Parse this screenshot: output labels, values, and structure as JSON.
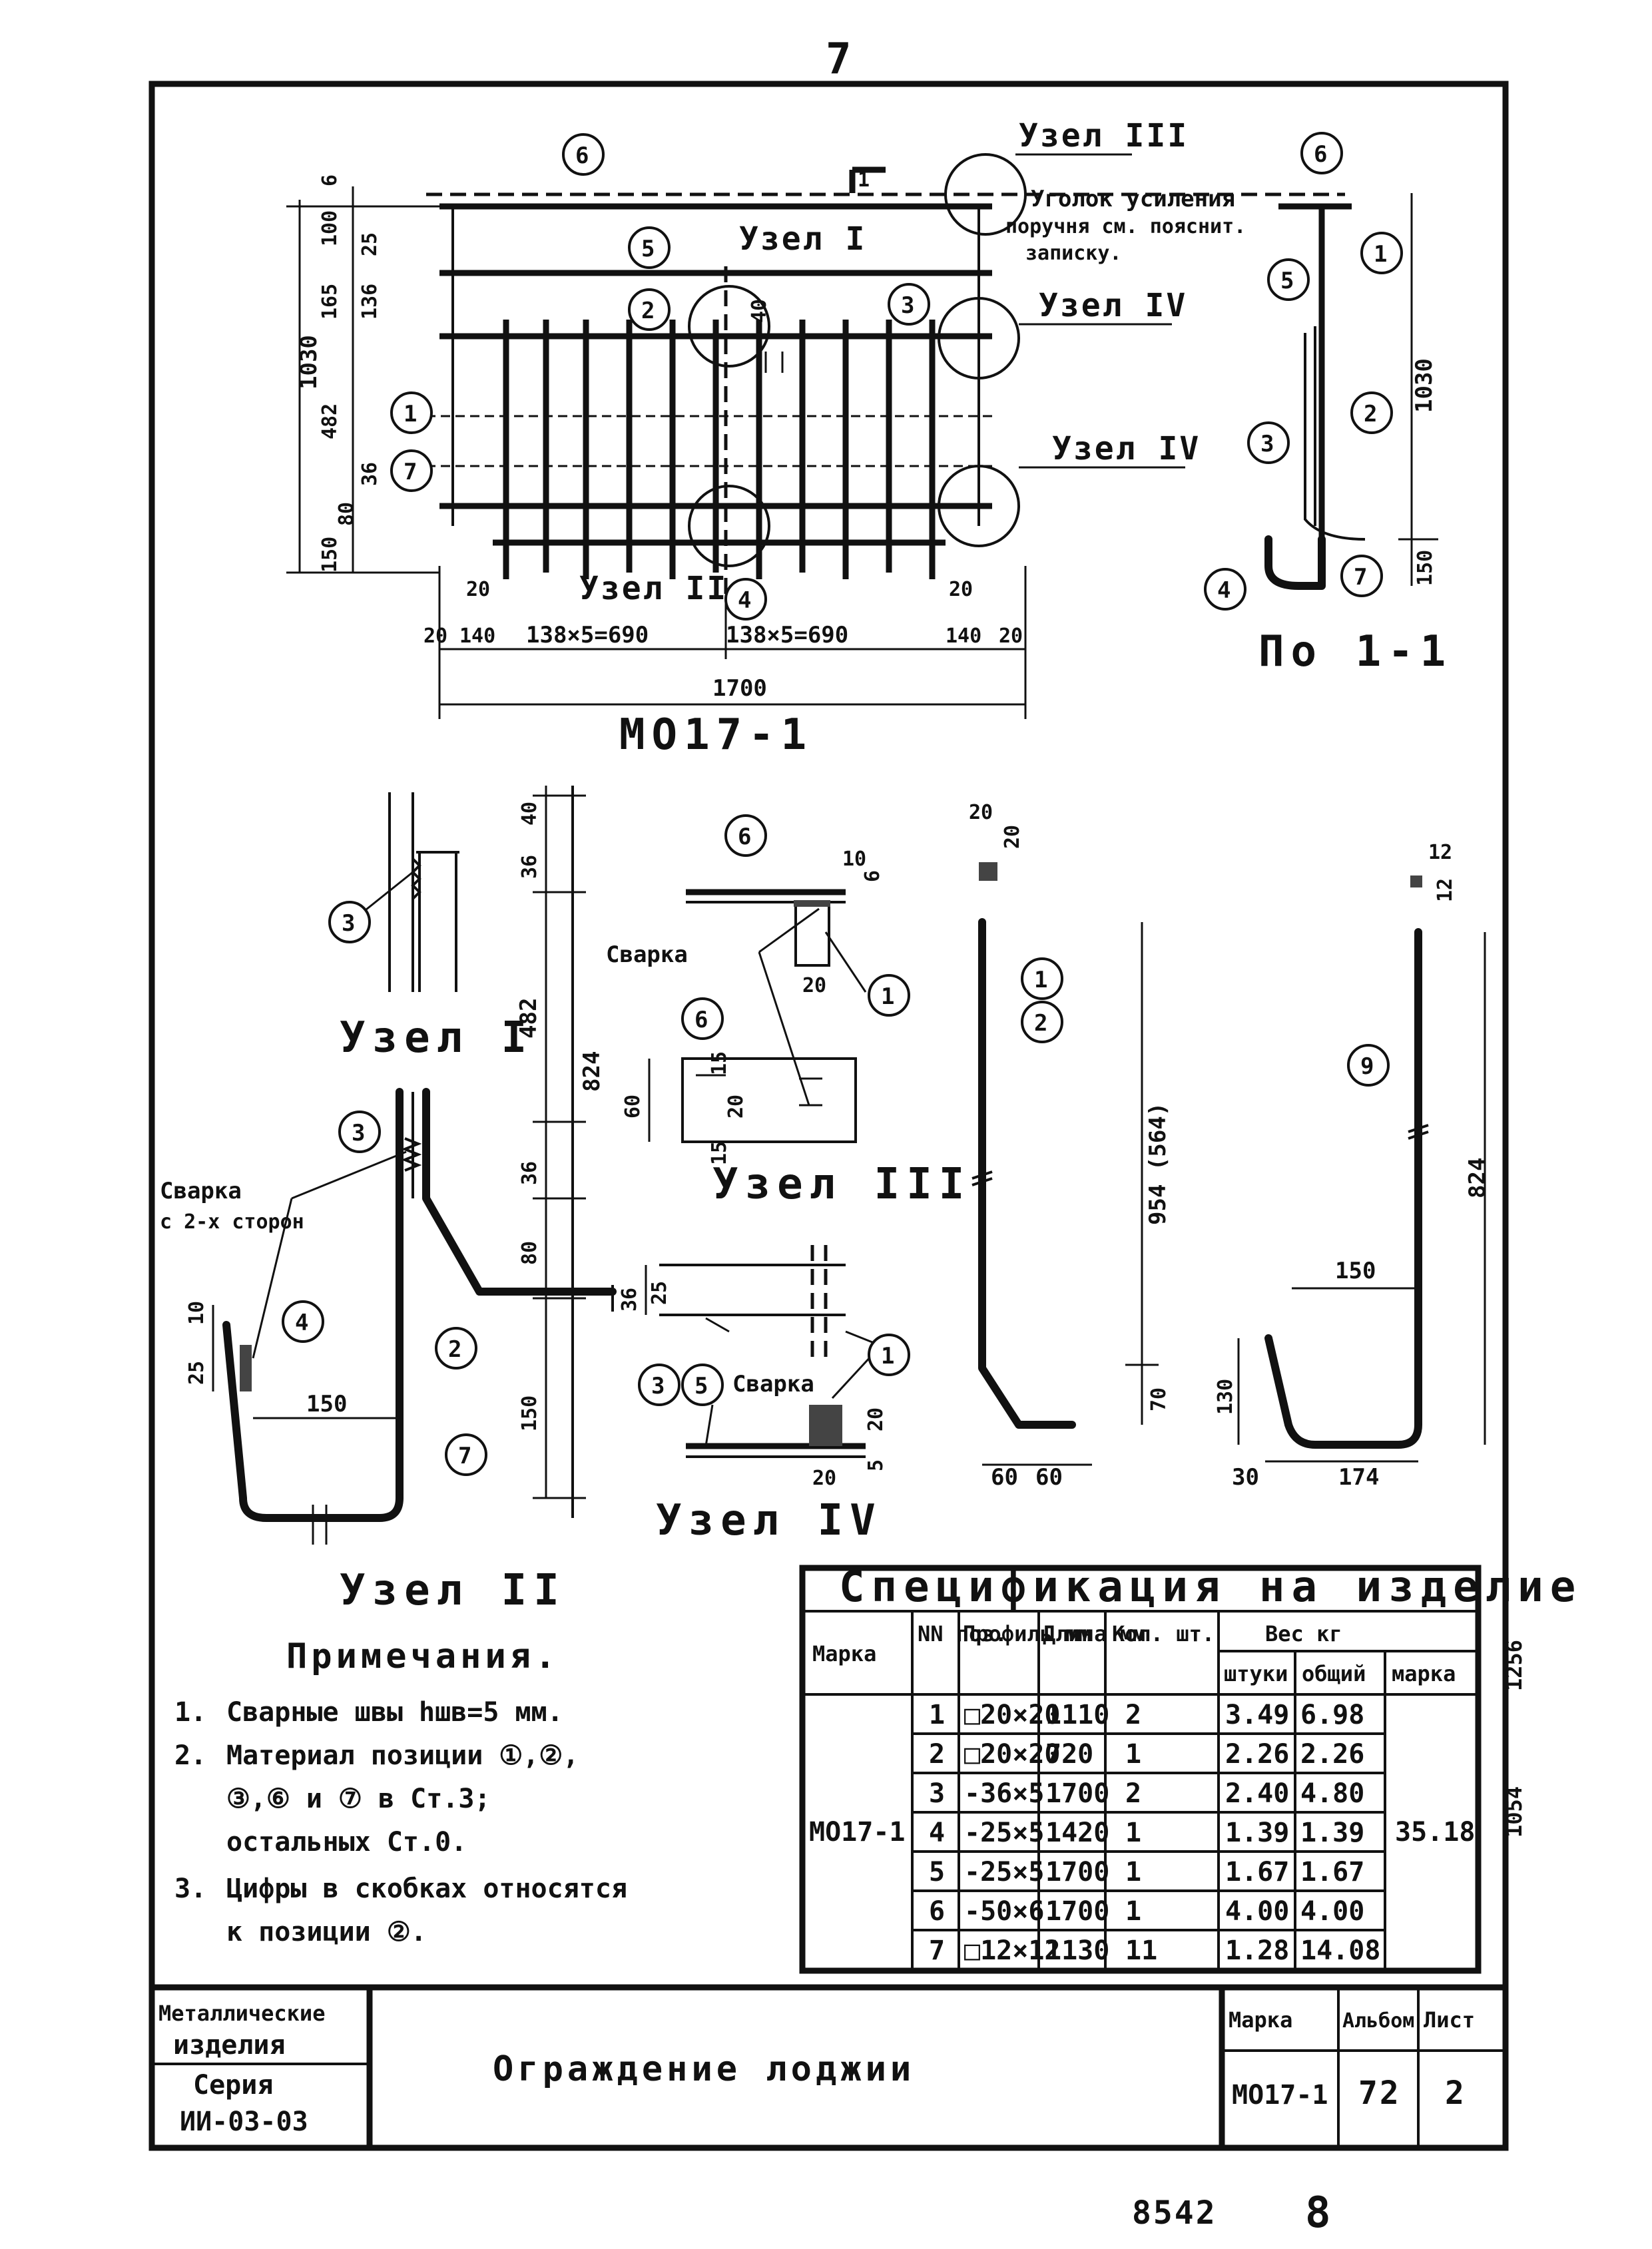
{
  "page": {
    "number_top": "7",
    "number_bottom": "8",
    "stamp": "8542"
  },
  "main_view": {
    "title": "МО17-1",
    "nodes": [
      "Узел I",
      "Узел II",
      "Узел III",
      "Узел IV",
      "Узел IV"
    ],
    "note_angle": [
      "Уголок усиления",
      "поручня см. пояснит.",
      "записку."
    ],
    "dims_vertical": [
      "6",
      "100",
      "25",
      "165",
      "136",
      "482",
      "36",
      "80",
      "150",
      "1030"
    ],
    "dims_horizontal": [
      "20",
      "140",
      "138×5=690",
      "138×5=690",
      "140",
      "20",
      "20",
      "20",
      "1700"
    ],
    "dim_40": "40",
    "section_mark": "1",
    "positions": [
      "1",
      "2",
      "3",
      "4",
      "5",
      "6",
      "7"
    ]
  },
  "section_view": {
    "title": "По 1-1",
    "dim_height": "1030",
    "dim_bottom": "150",
    "positions": [
      "1",
      "2",
      "3",
      "4",
      "5",
      "6",
      "7"
    ]
  },
  "node1": {
    "title": "Узел I",
    "position": "3"
  },
  "node2": {
    "title": "Узел II",
    "weld_label": [
      "Сварка",
      "с 2-х сторон"
    ],
    "dims": [
      "25",
      "10",
      "150"
    ],
    "positions": [
      "2",
      "3",
      "4",
      "7"
    ]
  },
  "rail_dims": [
    "40",
    "36",
    "482",
    "36",
    "80",
    "150",
    "824"
  ],
  "node3": {
    "title": "Узел III",
    "weld_label": "Сварка",
    "dims": [
      "10",
      "6",
      "20",
      "60",
      "15",
      "20",
      "15"
    ],
    "positions": [
      "1",
      "6"
    ]
  },
  "node4": {
    "title": "Узел IV",
    "weld_label": "Сварка",
    "dims": [
      "36",
      "25",
      "20",
      "5",
      "20"
    ],
    "positions": [
      "1",
      "3",
      "5"
    ]
  },
  "bar12": {
    "dims": [
      "20",
      "20",
      "954 (564)",
      "70",
      "60",
      "60"
    ],
    "positions": [
      "1",
      "2"
    ]
  },
  "bar9": {
    "dims": [
      "12",
      "12",
      "824",
      "150",
      "130",
      "30",
      "174"
    ],
    "position": "9"
  },
  "notes": {
    "title": "Примечания.",
    "items": [
      {
        "n": "1.",
        "text": "Сварные швы hшв=5 мм."
      },
      {
        "n": "2.",
        "text": "Материал позиции ①,②,"
      },
      {
        "n": "",
        "text": "③,⑥ и ⑦ в Ст.3;"
      },
      {
        "n": "",
        "text": "остальных Ст.0."
      },
      {
        "n": "3.",
        "text": "Цифры в скобках относятся"
      },
      {
        "n": "",
        "text": "к позиции ②."
      }
    ]
  },
  "spec_table": {
    "title": "Спецификация на изделие",
    "headers": [
      "Марка",
      "NN поз.",
      "Профиль мм",
      "Длина мм",
      "Кол. шт.",
      "Вес кг"
    ],
    "weight_sub": [
      "штуки",
      "общий",
      "марка"
    ],
    "mark": "МО17-1",
    "mark_weight": "35.18",
    "rows": [
      [
        "1",
        "□20×20",
        "1110",
        "2",
        "3.49",
        "6.98"
      ],
      [
        "2",
        "□20×20",
        "720",
        "1",
        "2.26",
        "2.26"
      ],
      [
        "3",
        "-36×5",
        "1700",
        "2",
        "2.40",
        "4.80"
      ],
      [
        "4",
        "-25×5",
        "1420",
        "1",
        "1.39",
        "1.39"
      ],
      [
        "5",
        "-25×5",
        "1700",
        "1",
        "1.67",
        "1.67"
      ],
      [
        "6",
        "-50×6",
        "1700",
        "1",
        "4.00",
        "4.00"
      ],
      [
        "7",
        "□12×12",
        "1130",
        "11",
        "1.28",
        "14.08"
      ]
    ],
    "side_notes": [
      "1256",
      "1054"
    ]
  },
  "title_block": {
    "org": [
      "Металлические",
      "изделия"
    ],
    "series_label": "Серия",
    "series": "ИИ-03-03",
    "name": "Ограждение лоджии",
    "col_heads": [
      "Марка",
      "Альбом",
      "Лист"
    ],
    "values": [
      "МО17-1",
      "72",
      "2"
    ]
  }
}
